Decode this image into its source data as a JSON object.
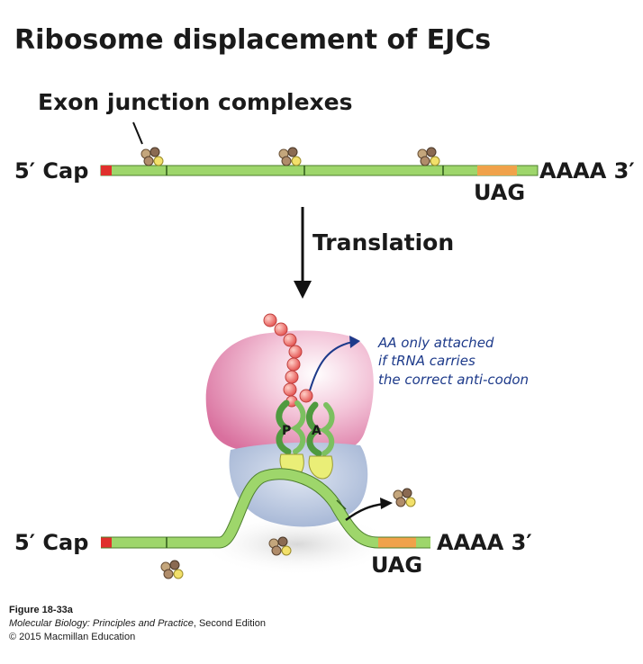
{
  "title": "Ribosome displacement of EJCs",
  "ejc_label": "Exon junction complexes",
  "cap_label": "5′ Cap",
  "tail_label": "AAAA 3′",
  "stop_codon": "UAG",
  "arrow_label": "Translation",
  "site_p": "P",
  "site_a": "A",
  "annotation": {
    "line1": "AA only attached",
    "line2": "if tRNA carries",
    "line3": "the correct anti-codon"
  },
  "caption": {
    "figure": "Figure 18-33a",
    "book": "Molecular Biology: Principles and Practice",
    "edition": ", Second Edition",
    "copyright": "© 2015 Macmillan Education"
  },
  "colors": {
    "mrna": "#9ed66b",
    "mrna_edge": "#4d7f2d",
    "cap": "#e0302c",
    "stop": "#f0a24a",
    "large_subunit": "#e58fb3",
    "small_subunit": "#b8c6e0",
    "peptide": "#f06a6a",
    "trna": "#4f9a3f",
    "ejc_a": "#c4a67c",
    "ejc_b": "#8a6a52",
    "ejc_c": "#f2e06a",
    "annotation_ink": "#1d3a8a"
  }
}
